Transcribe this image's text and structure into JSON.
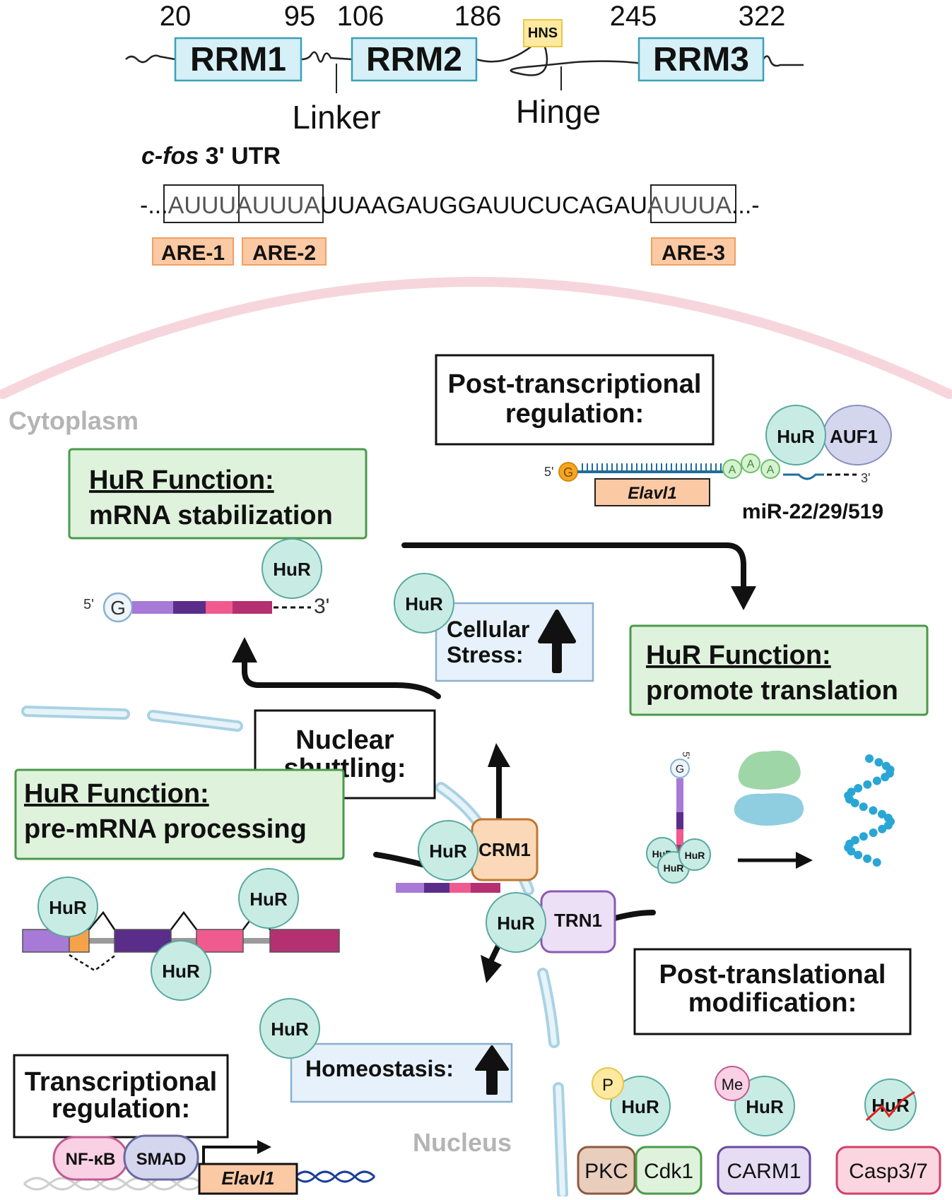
{
  "domain": {
    "positions": {
      "p20": "20",
      "p95": "95",
      "p106": "106",
      "p186": "186",
      "p245": "245",
      "p322": "322"
    },
    "rrm1": "RRM1",
    "rrm2": "RRM2",
    "rrm3": "RRM3",
    "hns": "HNS",
    "linker": "Linker",
    "hinge": "Hinge"
  },
  "utr": {
    "gene": "c-fos",
    "title_rest": " 3' UTR",
    "prefix": "-...",
    "seg1": "AUUU",
    "seg2": "A",
    "seg3": "UUUA",
    "middle": "UUAAGAUGGAUUCUCAGAU",
    "seg4": "AUUUA",
    "suffix": "...-",
    "are1": "ARE-1",
    "are2": "ARE-2",
    "are3": "ARE-3"
  },
  "compartments": {
    "cytoplasm": "Cytoplasm",
    "nucleus": "Nucleus"
  },
  "post_transcriptional": {
    "line1": "Post-transcriptional",
    "line2": "regulation:",
    "hur": "HuR",
    "auf1": "AUF1",
    "five": "5'",
    "three": "3'",
    "g": "G",
    "a": "A",
    "gene": "Elavl1",
    "mirna": "miR-22/29/519"
  },
  "stabilization": {
    "line1": "HuR Function:",
    "line2": "mRNA stabilization",
    "hur": "HuR",
    "five": "5'",
    "g": "G",
    "three": "3'"
  },
  "stress": {
    "hur": "HuR",
    "line1": "Cellular",
    "line2": "Stress:"
  },
  "translation": {
    "line1": "HuR Function:",
    "line2": "promote translation",
    "five": "5'",
    "g": "G",
    "hur": "HuR"
  },
  "shuttling": {
    "line1": "Nuclear",
    "line2": "shuttling:",
    "hur": "HuR",
    "crm1": "CRM1",
    "trn1": "TRN1"
  },
  "processing": {
    "line1": "HuR Function:",
    "line2": "pre-mRNA processing",
    "hur": "HuR"
  },
  "ptm": {
    "line1": "Post-translational",
    "line2": "modification:",
    "p": "P",
    "me": "Me",
    "hur": "HuR",
    "pkc": "PKC",
    "cdk1": "Cdk1",
    "carm1": "CARM1",
    "casp": "Casp3/7"
  },
  "homeostasis": {
    "hur": "HuR",
    "label": "Homeostasis:"
  },
  "transcriptional": {
    "line1": "Transcriptional",
    "line2": "regulation:",
    "nfkb": "NF-κB",
    "smad": "SMAD",
    "gene": "Elavl1"
  },
  "colors": {
    "domain_box": "#d6f0f7",
    "domain_border": "#3aa0b8",
    "hns_fill": "#fde9a0",
    "are_fill": "#fbc9a4",
    "are_border": "#f0a060",
    "green_box": "#dff2dc",
    "green_border": "#4a9a4a",
    "hur_fill": "#c8ece4",
    "hur_border": "#5aa9a0",
    "stress_box": "#e6f1fb",
    "membrane": "#f6d6dc"
  }
}
